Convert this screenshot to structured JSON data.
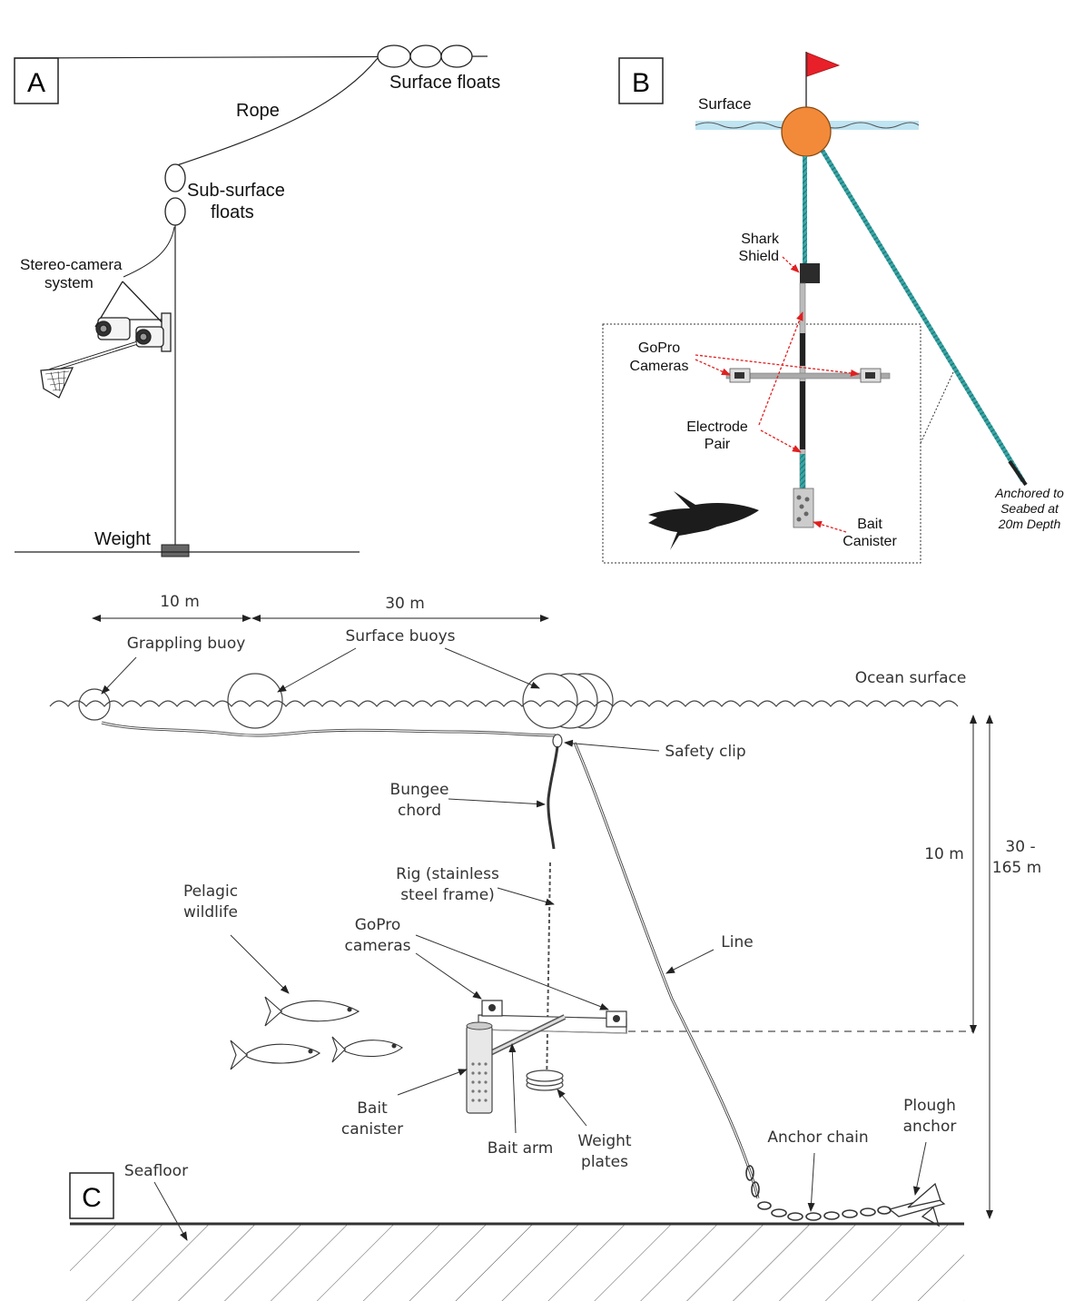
{
  "panelA": {
    "letter": "A",
    "labels": {
      "surface_floats": "Surface floats",
      "rope": "Rope",
      "subsurface_1": "Sub-surface",
      "subsurface_2": "floats",
      "stereo_1": "Stereo-camera",
      "stereo_2": "system",
      "weight": "Weight"
    }
  },
  "panelB": {
    "letter": "B",
    "labels": {
      "surface": "Surface",
      "shark_shield_1": "Shark",
      "shark_shield_2": "Shield",
      "gopro_1": "GoPro",
      "gopro_2": "Cameras",
      "electrode_1": "Electrode",
      "electrode_2": "Pair",
      "bait_1": "Bait",
      "bait_2": "Canister",
      "anchored_1": "Anchored to",
      "anchored_2": "Seabed at",
      "anchored_3": "20m Depth"
    },
    "colors": {
      "flag": "#e8202a",
      "buoy": "#f28a3a",
      "rope": "#3aa5a5",
      "callout": "#e02020",
      "water": "#bfe4f2"
    }
  },
  "panelC": {
    "letter": "C",
    "labels": {
      "dist_10m": "10 m",
      "dist_30m": "30 m",
      "grappling_buoy": "Grappling buoy",
      "surface_buoys": "Surface buoys",
      "ocean_surface": "Ocean surface",
      "safety_clip": "Safety clip",
      "bungee_1": "Bungee",
      "bungee_2": "chord",
      "rig_1": "Rig (stainless",
      "rig_2": "steel frame)",
      "depth_10m": "10 m",
      "depth_range_1": "30 -",
      "depth_range_2": "165 m",
      "pelagic_1": "Pelagic",
      "pelagic_2": "wildlife",
      "gopro_1": "GoPro",
      "gopro_2": "cameras",
      "line": "Line",
      "bait_canister_1": "Bait",
      "bait_canister_2": "canister",
      "bait_arm": "Bait arm",
      "weight_plates_1": "Weight",
      "weight_plates_2": "plates",
      "anchor_chain": "Anchor chain",
      "plough_1": "Plough",
      "plough_2": "anchor",
      "seafloor": "Seafloor"
    }
  }
}
